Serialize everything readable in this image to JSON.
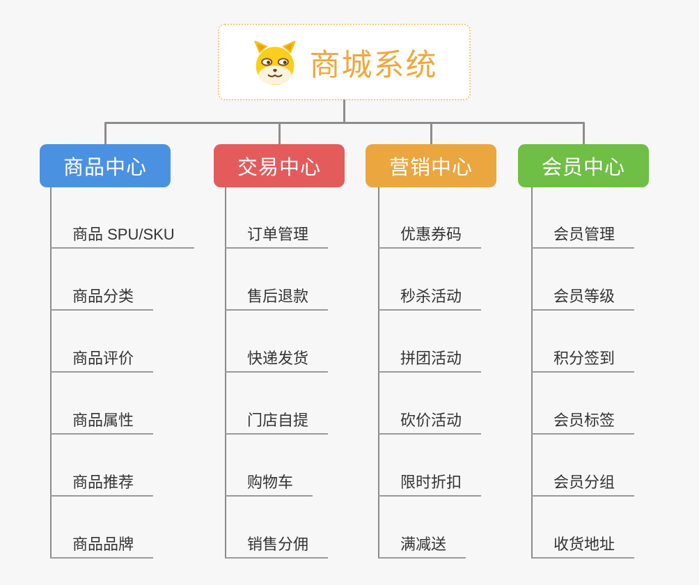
{
  "root": {
    "title": "商城系统",
    "icon": "dog-face-icon"
  },
  "branches": [
    {
      "label": "商品中心",
      "color": "#4b91e2",
      "items": [
        "商品 SPU/SKU",
        "商品分类",
        "商品评价",
        "商品属性",
        "商品推荐",
        "商品品牌"
      ]
    },
    {
      "label": "交易中心",
      "color": "#e45b5b",
      "items": [
        "订单管理",
        "售后退款",
        "快递发货",
        "门店自提",
        "购物车",
        "销售分佣"
      ]
    },
    {
      "label": "营销中心",
      "color": "#eba640",
      "items": [
        "优惠券码",
        "秒杀活动",
        "拼团活动",
        "砍价活动",
        "限时折扣",
        "满减送"
      ]
    },
    {
      "label": "会员中心",
      "color": "#6fbe45",
      "items": [
        "会员管理",
        "会员等级",
        "积分签到",
        "会员标签",
        "会员分组",
        "收货地址"
      ]
    }
  ],
  "colors": {
    "background": "#f7f7f7",
    "connector": "#8c8c8c",
    "leaf_underline": "#999999",
    "root_text": "#f0a73c",
    "root_border": "#f5c983",
    "leaf_text": "#333333"
  }
}
